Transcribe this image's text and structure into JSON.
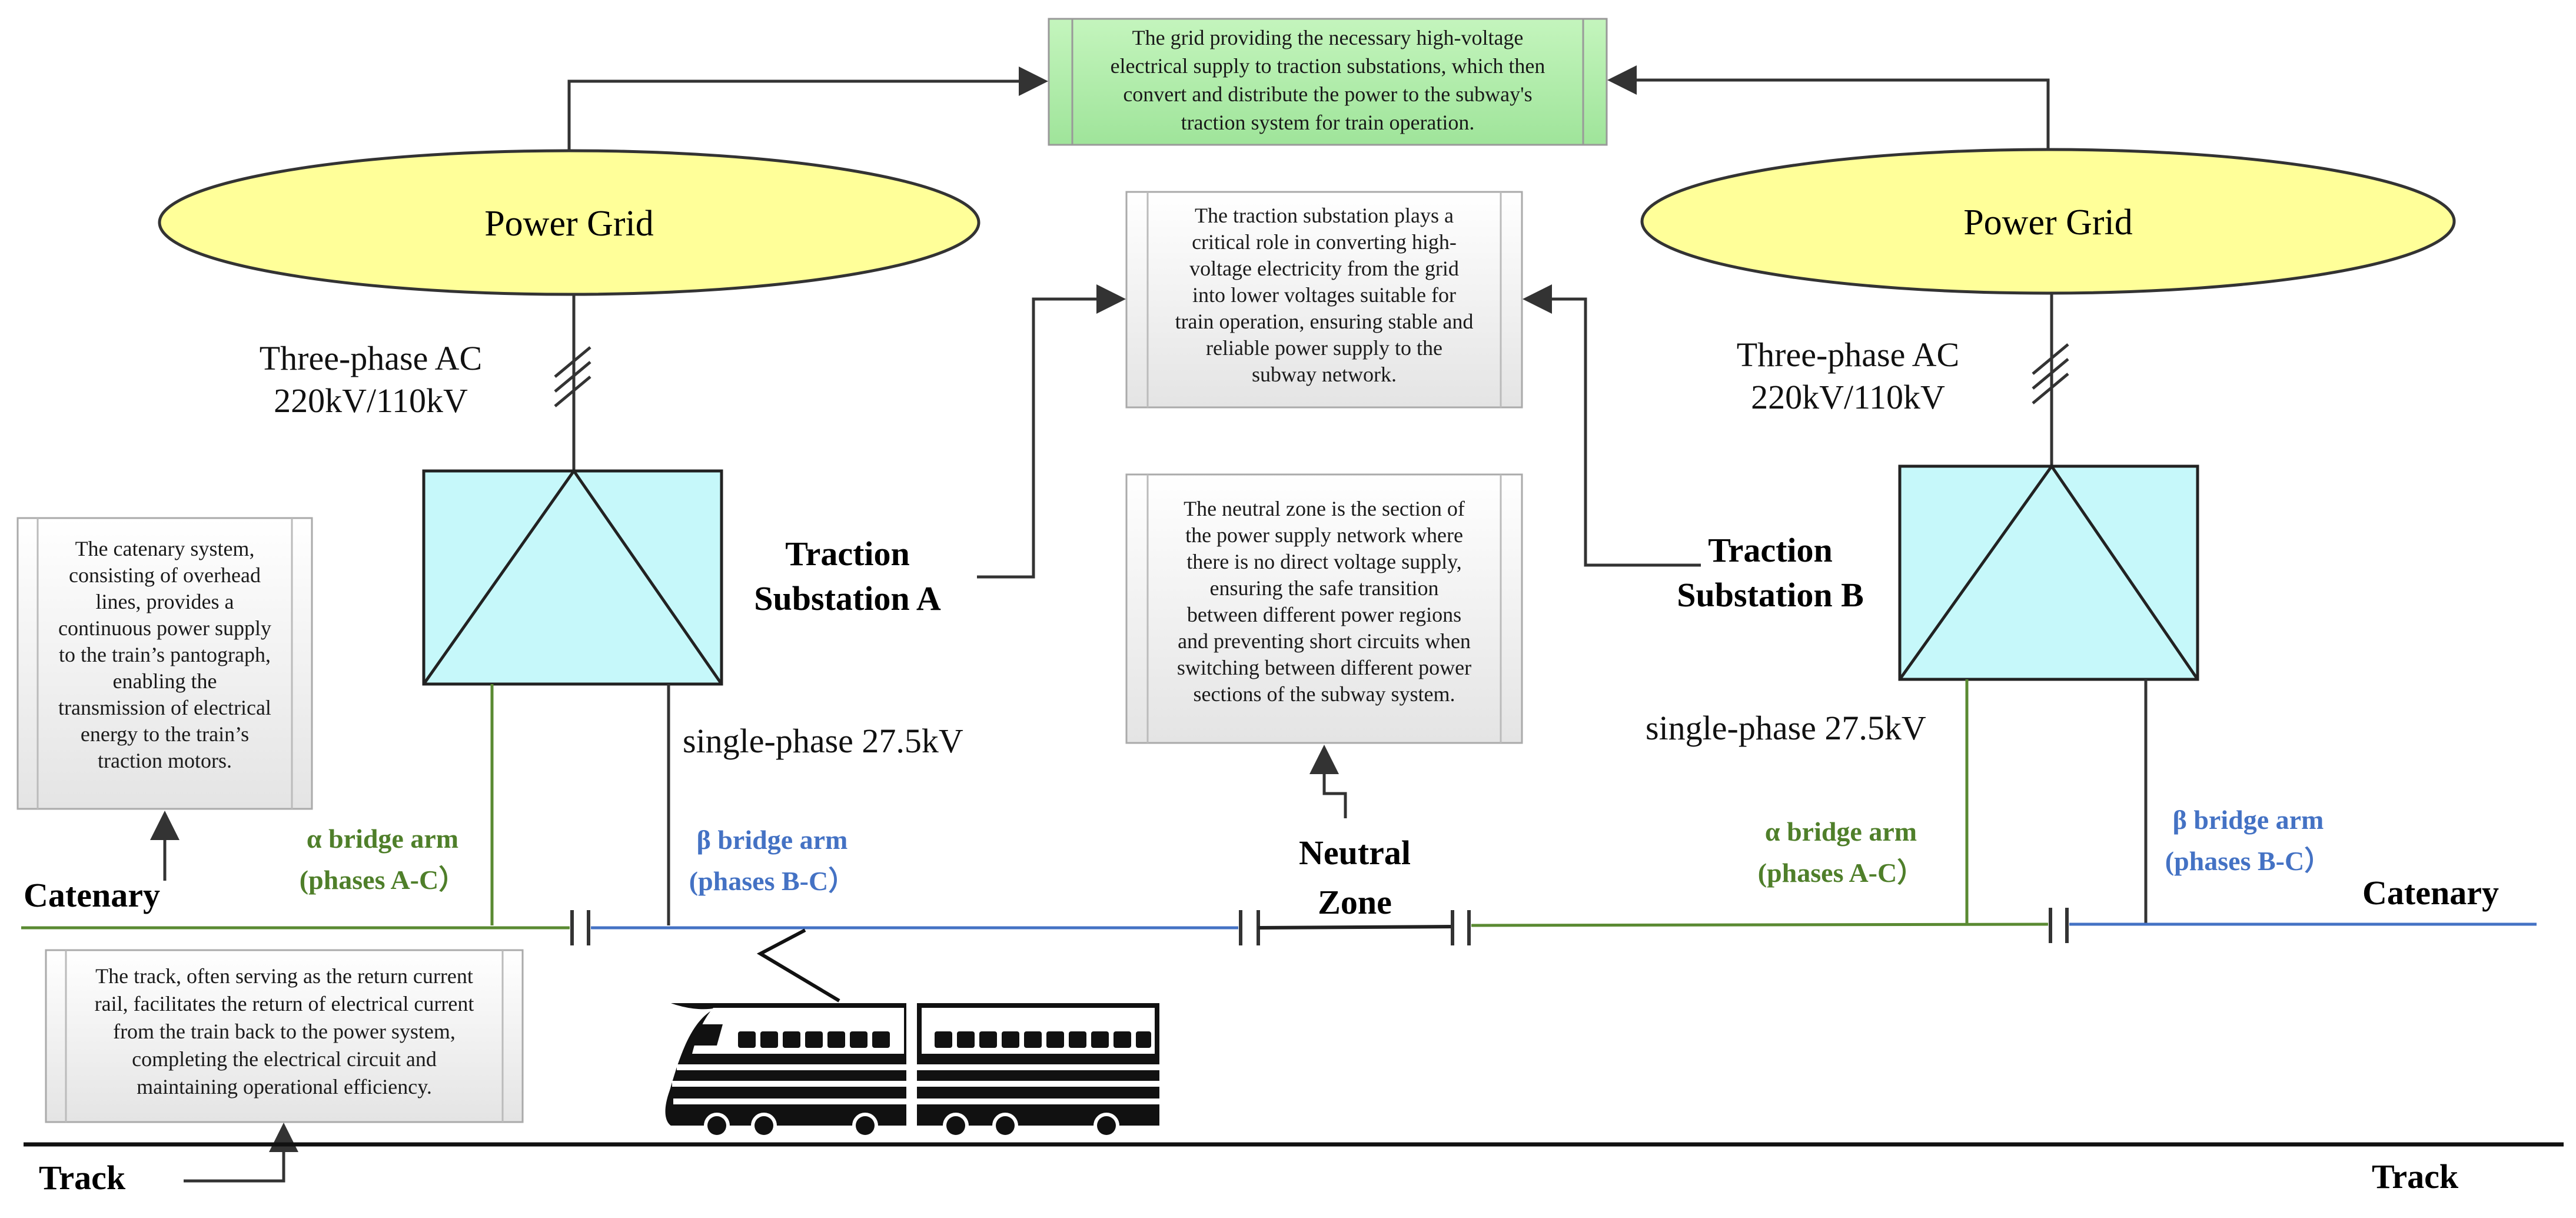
{
  "notes": {
    "grid": [
      "The grid providing the necessary high-voltage",
      "electrical supply to traction substations, which then",
      "convert and distribute the power to the subway's",
      "traction system for train operation."
    ],
    "substation": [
      "The traction substation plays a",
      "critical role in converting high-",
      "voltage electricity from the grid",
      "into lower voltages suitable for",
      "train operation, ensuring stable and",
      "reliable power supply to the",
      "subway network."
    ],
    "neutral": [
      "The neutral zone is the section of",
      "the power supply network where",
      "there is no direct voltage supply,",
      "ensuring the safe transition",
      "between different power regions",
      "and preventing short circuits when",
      "switching between different power",
      "sections of the subway system."
    ],
    "catenary": [
      "The catenary system,",
      "consisting of overhead",
      "lines, provides a",
      "continuous power supply",
      "to the train’s pantograph,",
      "enabling the",
      "transmission of electrical",
      "energy to the train’s",
      "traction motors."
    ],
    "track": [
      "The track, often serving as the return current",
      "rail, facilitates the return of electrical current",
      "from the train back to the power system,",
      "completing the electrical circuit and",
      "maintaining operational efficiency."
    ]
  },
  "labels": {
    "power_grid_left": "Power Grid",
    "power_grid_right": "Power Grid",
    "three_phase_left_1": "Three-phase AC",
    "three_phase_left_2": "220kV/110kV",
    "three_phase_right_1": "Three-phase AC",
    "three_phase_right_2": "220kV/110kV",
    "substation_a_1": "Traction",
    "substation_a_2": "Substation A",
    "substation_b_1": "Traction",
    "substation_b_2": "Substation B",
    "single_phase_left": "single-phase 27.5kV",
    "single_phase_right": "single-phase 27.5kV",
    "alpha_left_1": "α bridge arm",
    "alpha_left_2": "(phases A-C）",
    "beta_left_1": "β bridge arm",
    "beta_left_2": "(phases B-C）",
    "alpha_right_1": "α bridge arm",
    "alpha_right_2": "(phases A-C）",
    "beta_right_1": "β bridge arm",
    "beta_right_2": "(phases B-C）",
    "neutral_1": "Neutral",
    "neutral_2": "Zone",
    "catenary_left": "Catenary",
    "catenary_right": "Catenary",
    "track_left": "Track",
    "track_right": "Track"
  },
  "colors": {
    "grid_note_fill": "#b8f0b0",
    "ellipse_fill": "#ffff99",
    "substation_fill": "#c6f8fa",
    "alpha_line": "#5a8a32",
    "beta_line": "#4472c4"
  }
}
